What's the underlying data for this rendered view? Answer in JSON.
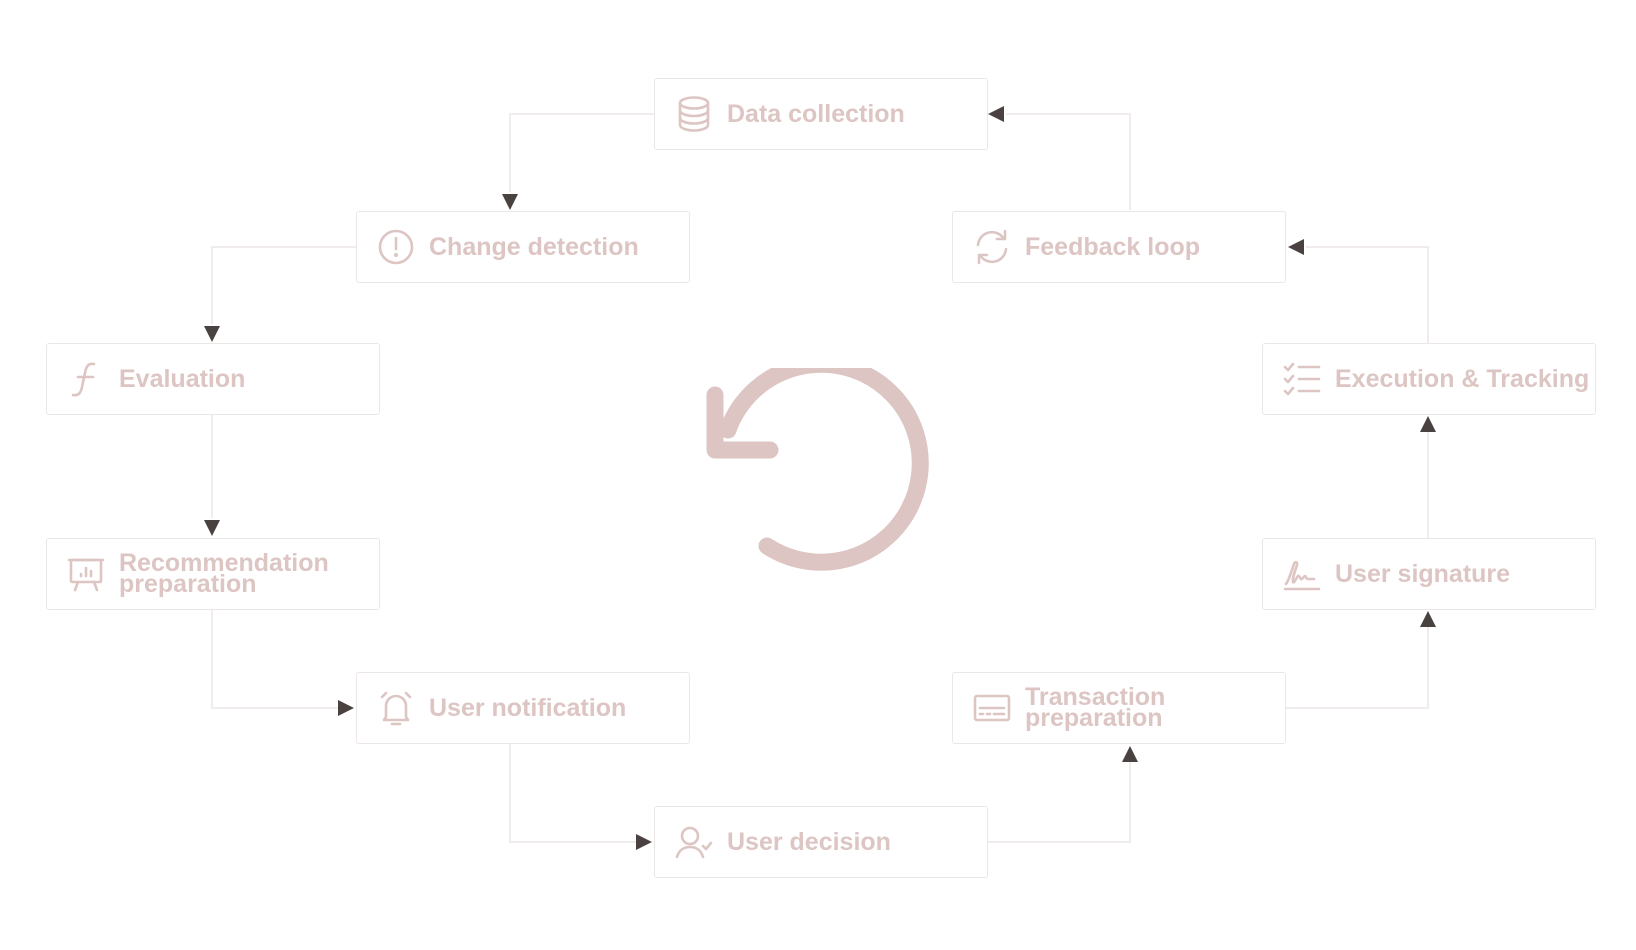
{
  "diagram": {
    "accent_color": "#dcc5c2",
    "border_color": "#ece6e5",
    "connector_color": "#ebe6e5",
    "arrow_color": "#4a4240",
    "center_icon": "cycle-arrow-icon",
    "nodes": [
      {
        "id": "data-collection",
        "label": "Data collection",
        "icon": "database-icon"
      },
      {
        "id": "change-detection",
        "label": "Change detection",
        "icon": "alert-circle-icon"
      },
      {
        "id": "evaluation",
        "label": "Evaluation",
        "icon": "function-icon"
      },
      {
        "id": "recommendation-preparation",
        "label": "Recommendation preparation",
        "icon": "presentation-chart-icon"
      },
      {
        "id": "user-notification",
        "label": "User notification",
        "icon": "bell-icon"
      },
      {
        "id": "user-decision",
        "label": "User decision",
        "icon": "user-check-icon"
      },
      {
        "id": "transaction-preparation",
        "label": "Transaction preparation",
        "icon": "card-form-icon"
      },
      {
        "id": "user-signature",
        "label": "User signature",
        "icon": "signature-icon"
      },
      {
        "id": "execution-tracking",
        "label": "Execution & Tracking",
        "icon": "checklist-icon"
      },
      {
        "id": "feedback-loop",
        "label": "Feedback loop",
        "icon": "refresh-icon"
      }
    ],
    "edges": [
      {
        "from": "data-collection",
        "to": "change-detection"
      },
      {
        "from": "change-detection",
        "to": "evaluation"
      },
      {
        "from": "evaluation",
        "to": "recommendation-preparation"
      },
      {
        "from": "recommendation-preparation",
        "to": "user-notification"
      },
      {
        "from": "user-notification",
        "to": "user-decision"
      },
      {
        "from": "user-decision",
        "to": "transaction-preparation"
      },
      {
        "from": "transaction-preparation",
        "to": "user-signature"
      },
      {
        "from": "user-signature",
        "to": "execution-tracking"
      },
      {
        "from": "execution-tracking",
        "to": "feedback-loop"
      },
      {
        "from": "feedback-loop",
        "to": "data-collection"
      }
    ]
  }
}
